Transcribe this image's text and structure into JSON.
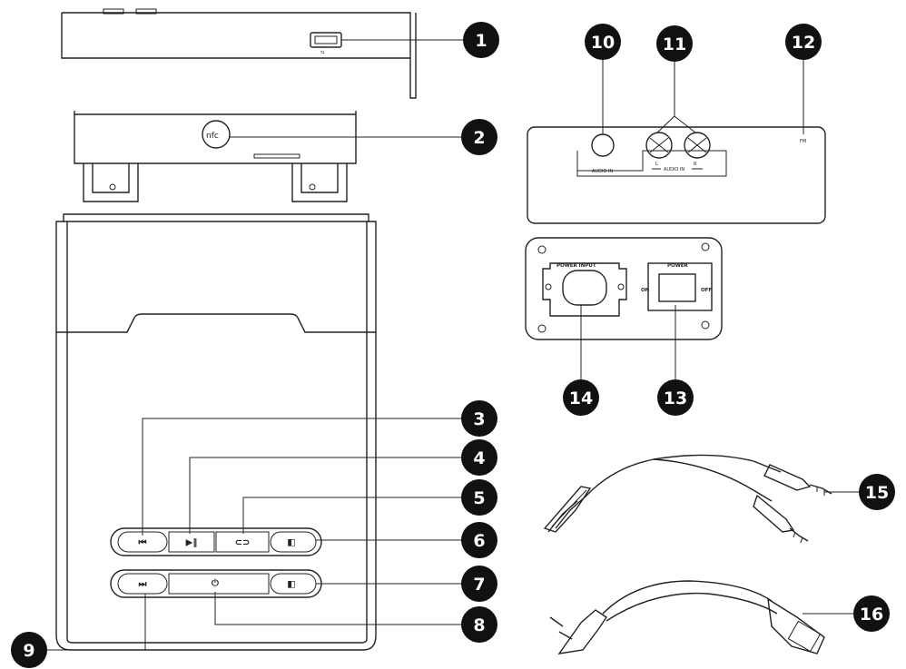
{
  "callouts": [
    "1",
    "2",
    "3",
    "4",
    "5",
    "6",
    "7",
    "8",
    "9",
    "10",
    "11",
    "12",
    "13",
    "14",
    "15",
    "16"
  ],
  "labels": {
    "nfc": "nfc",
    "audio_in_single": "AUDIO IN",
    "audio_in_rca": "AUDIO IN",
    "rca_l": "L",
    "rca_r": "R",
    "fm": "FM",
    "power_input": "POWER INPUT",
    "power": "POWER",
    "on": "ON",
    "off": "OFF"
  },
  "button_icons": {
    "prev": "⏮",
    "play_pause": "▶‖",
    "mode": "⊂⊃",
    "volume_up": "◧",
    "next": "⏭",
    "power": "⏻",
    "volume_down": "◧"
  },
  "colors": {
    "ink": "#222222",
    "callout_fill": "#111111",
    "background": "#ffffff"
  }
}
